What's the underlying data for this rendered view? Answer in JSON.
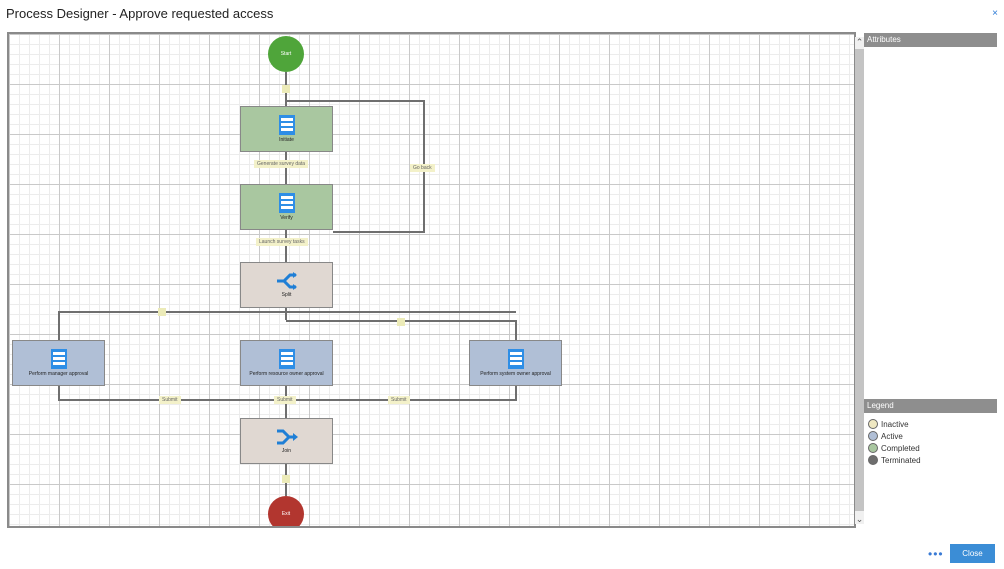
{
  "window": {
    "title": "Process Designer - Approve requested access",
    "close_glyph": "×"
  },
  "nodes": {
    "start": "Start",
    "initiate": "Initiate",
    "verify": "Verify",
    "split": "Split",
    "manager_approval": "Perform manager approval",
    "resource_owner_approval": "Perform resource owner approval",
    "system_owner_approval": "Perform system owner approval",
    "join": "Join",
    "exit": "Exit"
  },
  "edges": {
    "generate_survey_data": "Generate survey data",
    "go_back": "Go back",
    "launch_survey_tasks": "Launch survey tasks",
    "submit_left": "Submit",
    "submit_center": "Submit",
    "submit_right": "Submit"
  },
  "panel": {
    "attributes_title": "Attributes",
    "legend_title": "Legend",
    "legend": [
      {
        "label": "Inactive",
        "color": "#efe8c2"
      },
      {
        "label": "Active",
        "color": "#b0bfd6"
      },
      {
        "label": "Completed",
        "color": "#a9c7a0"
      },
      {
        "label": "Terminated",
        "color": "#6e6e6e"
      }
    ]
  },
  "footer": {
    "more_label": "•••",
    "close_label": "Close"
  },
  "scroll": {
    "up_glyph": "⌃",
    "down_glyph": "⌄"
  },
  "colors": {
    "accent": "#3b8dd6",
    "completed": "#a9c7a0",
    "active": "#b0bfd6",
    "start": "#4fa53a",
    "exit": "#b2362f"
  }
}
